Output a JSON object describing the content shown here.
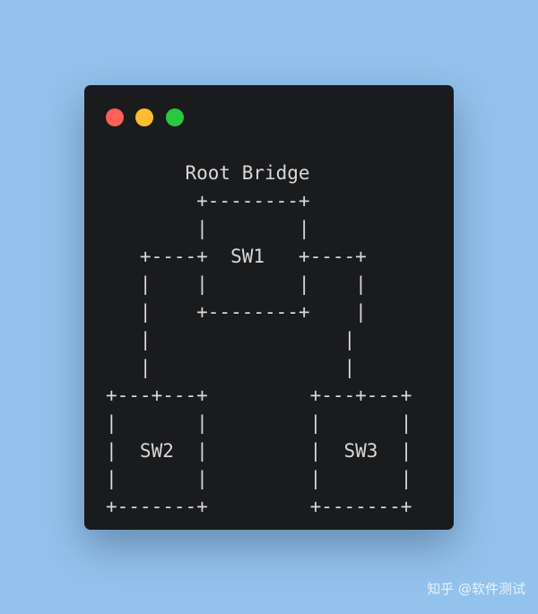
{
  "window": {
    "controls": [
      "close-dot",
      "minimize-dot",
      "maximize-dot"
    ],
    "colors": {
      "background": "#1a1b1d",
      "text": "#d8d8d8",
      "close": "#fe5f57",
      "minimize": "#febc2e",
      "maximize": "#28c840"
    }
  },
  "diagram": {
    "lines": [
      "       Root Bridge",
      "        +--------+",
      "        |        |",
      "   +----+  SW1   +----+",
      "   |    |        |    |",
      "   |    +--------+    |",
      "   |                 |",
      "   |                 |",
      "+---+---+         +---+---+",
      "|       |         |       |",
      "|  SW2  |         |  SW3  |",
      "|       |         |       |",
      "+-------+         +-------+"
    ]
  },
  "watermark": {
    "text": "知乎 @软件测试"
  }
}
